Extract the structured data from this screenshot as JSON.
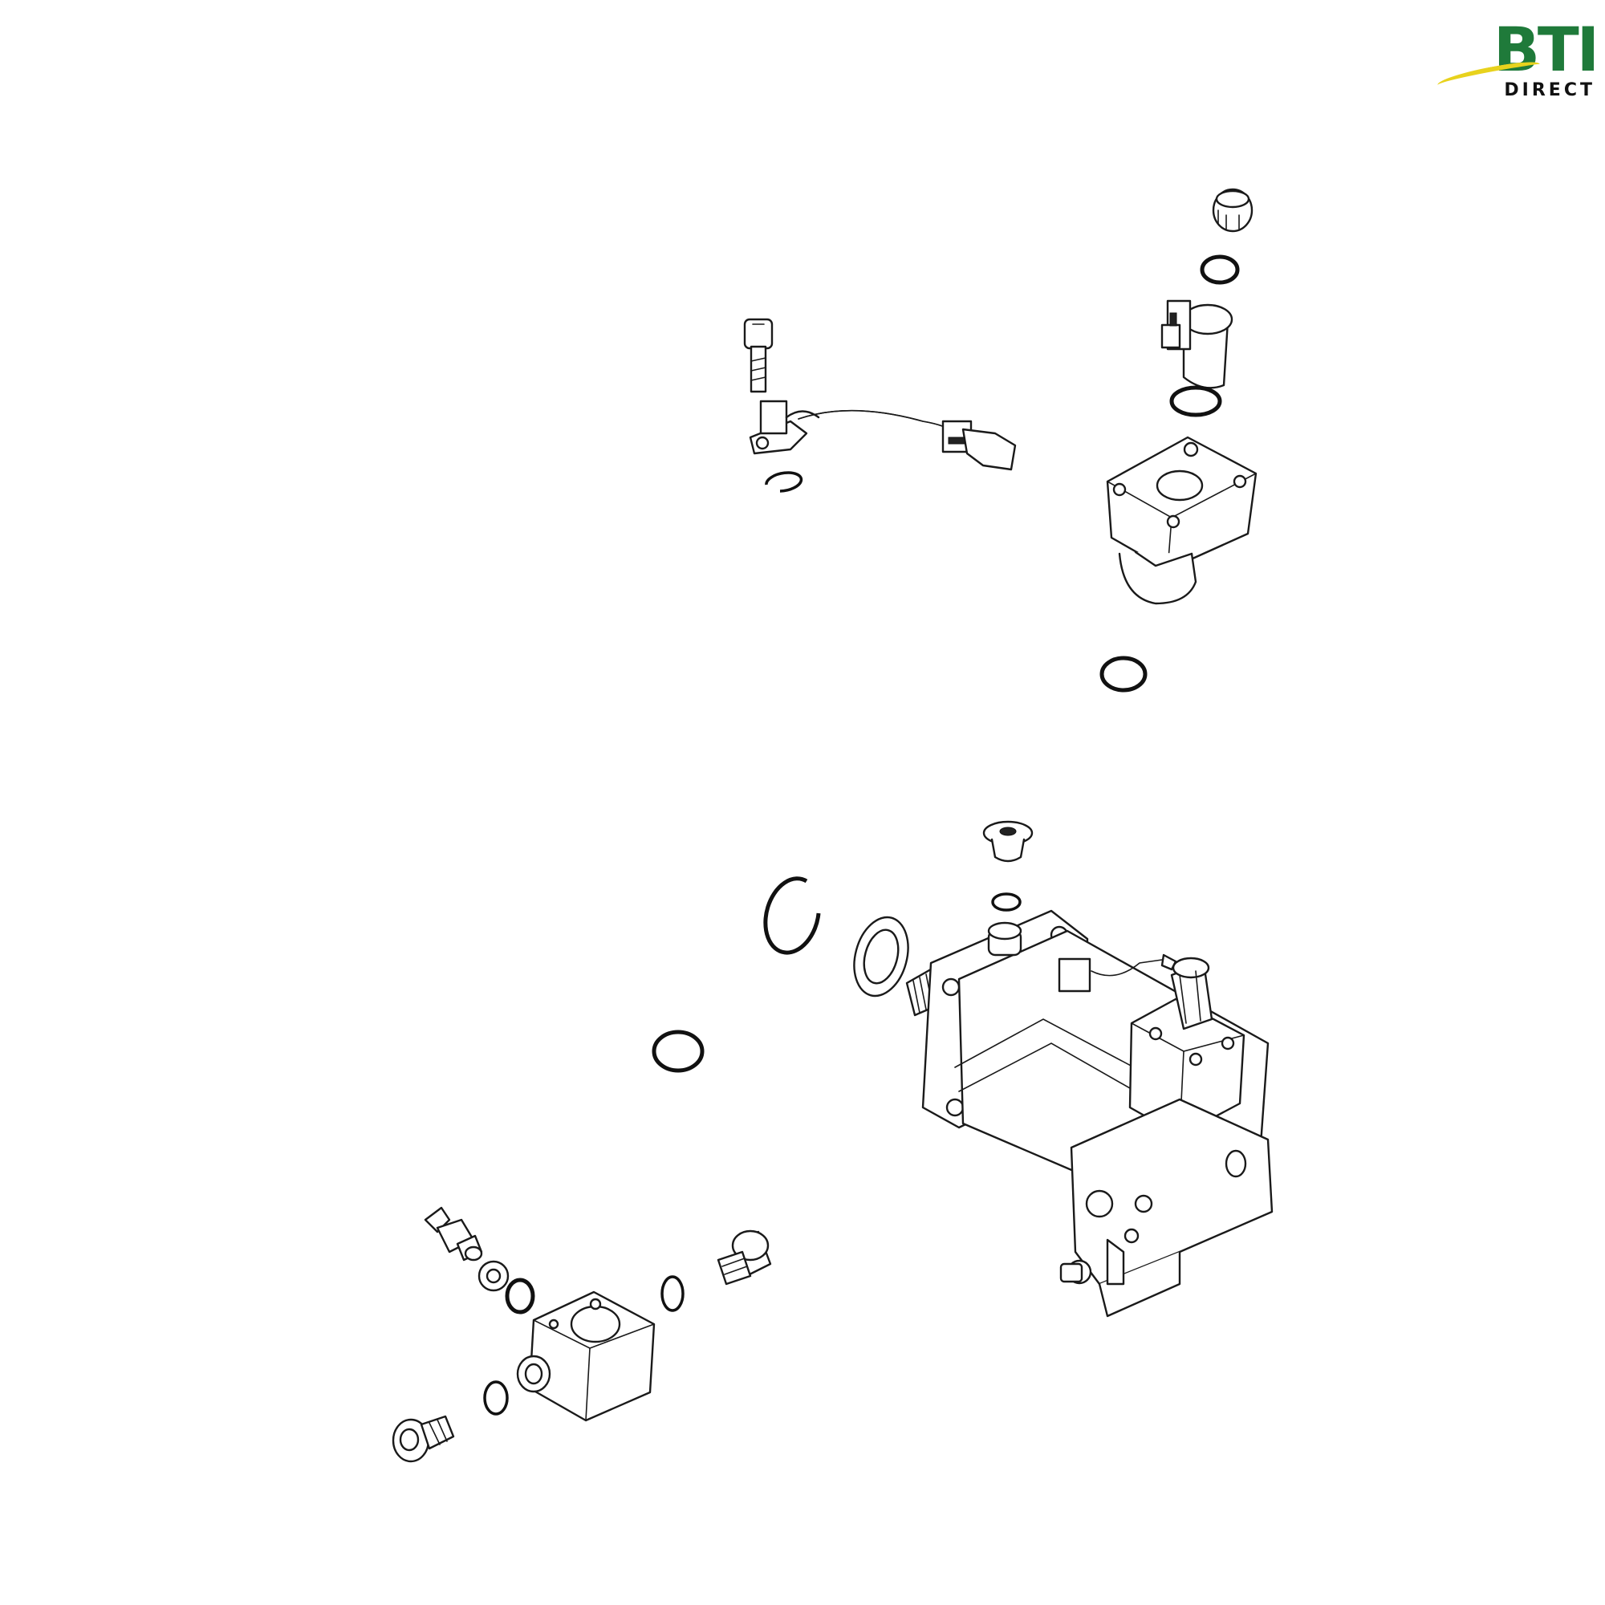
{
  "brand": {
    "name": "BTI",
    "subtitle": "DIRECT",
    "colors": {
      "green": "#1f7a3a",
      "yellow": "#e8d21d",
      "ink": "#111111"
    }
  },
  "diagram": {
    "type": "exploded parts view",
    "style": "black line art on white"
  }
}
